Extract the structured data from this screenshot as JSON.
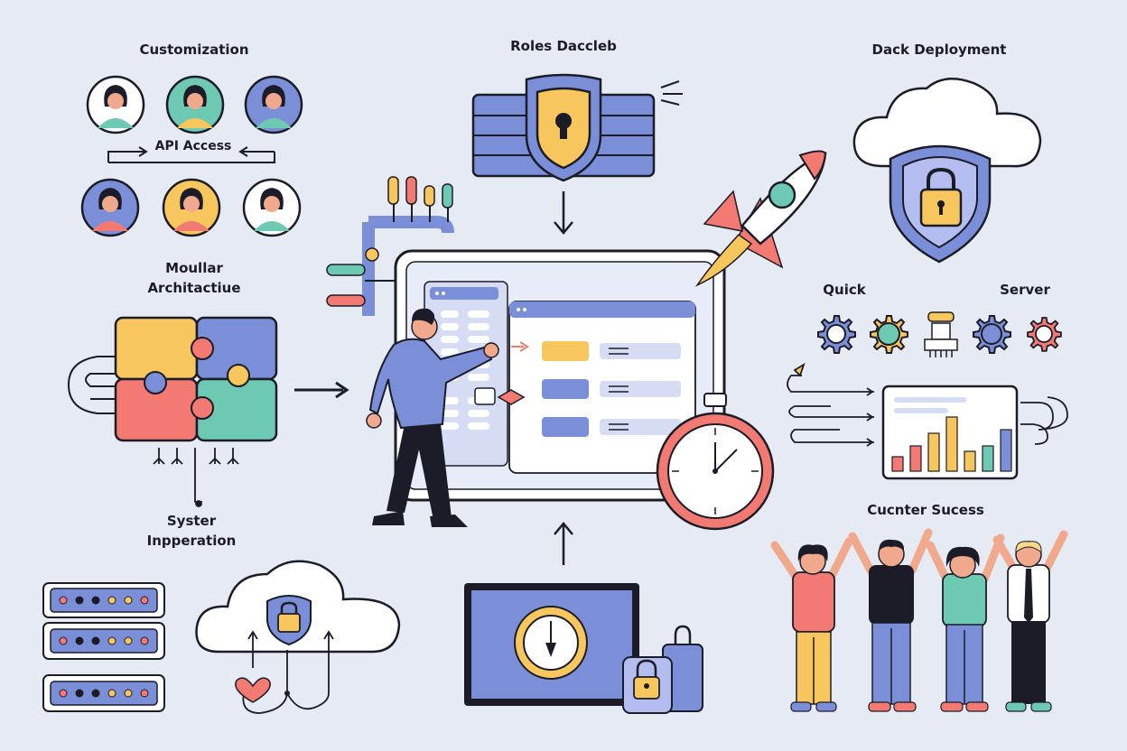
{
  "labels": {
    "customization": "Customization",
    "api_access": "API Access",
    "roles": "Roles Daccleb",
    "deployment": "Dack Deployment",
    "modular_line1": "Moullar",
    "modular_line2": "Architactiue",
    "quick": "Quick",
    "server": "Server",
    "system_line1": "Syster",
    "system_line2": "Inpperation",
    "customer_success": "Cucnter Sucess"
  },
  "colors": {
    "background": "#e6eaf2",
    "blue": "#7b8fd8",
    "yellow": "#f7c65c",
    "teal": "#6ec9b2",
    "coral": "#f27a72",
    "dark": "#1c1c28"
  },
  "icons": [
    "user-avatar-icon",
    "shield-lock-icon",
    "cloud-icon",
    "puzzle-icon",
    "rocket-icon",
    "stopwatch-icon",
    "gear-icon",
    "server-rack-icon",
    "padlock-icon",
    "heart-icon",
    "bar-chart-icon"
  ]
}
